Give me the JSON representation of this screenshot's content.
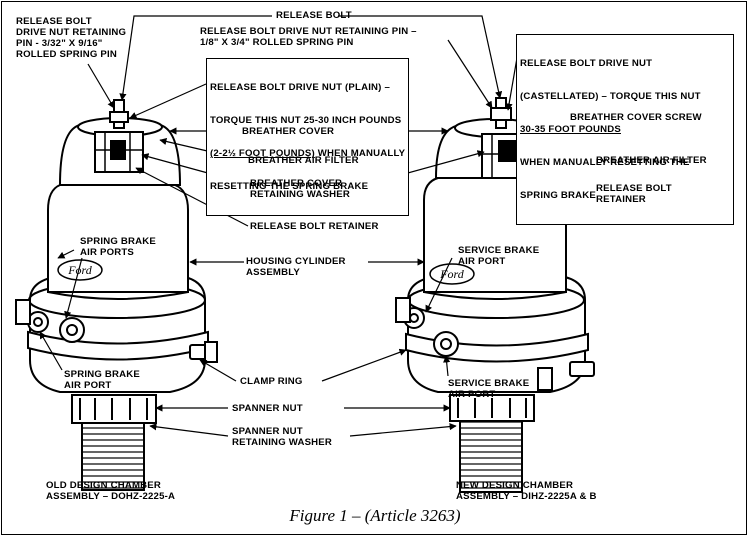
{
  "caption": "Figure 1 – (Article 3263)",
  "emblem": "Ford",
  "labels": {
    "release_bolt": "RELEASE BOLT",
    "old_pin": "RELEASE BOLT\nDRIVE NUT RETAINING\nPIN - 3/32\" x 9/16\"\nROLLED SPRING PIN",
    "new_pin": "RELEASE BOLT DRIVE NUT RETAINING PIN –\n1/8\" x 3/4\" ROLLED SPRING PIN",
    "plain_nut_1": "RELEASE BOLT DRIVE NUT (PLAIN) –",
    "plain_nut_2": "TORQUE THIS NUT 25-30 INCH POUNDS",
    "plain_nut_3": "(2-2½ FOOT POUNDS)",
    "plain_nut_4": " WHEN MANUALLY",
    "plain_nut_5": "RESETTING THE SPRING BRAKE",
    "cast_nut_1": "RELEASE BOLT DRIVE NUT",
    "cast_nut_2": "(CASTELLATED) – TORQUE THIS NUT",
    "cast_nut_3": "30-35 FOOT POUNDS",
    "cast_nut_4": "WHEN MANUALLY RESETTING THE",
    "cast_nut_5": "SPRING BRAKE",
    "breather_cover": "BREATHER COVER",
    "breather_cover_screw": "BREATHER COVER SCREW",
    "breather_air_filter": "BREATHER AIR FILTER",
    "breather_air_filter_right": "BREATHER AIR FILTER",
    "retaining_washer": "BREATHER COVER\nRETAINING WASHER",
    "bolt_retainer": "RELEASE BOLT RETAINER",
    "bolt_retainer_right": "RELEASE BOLT\nRETAINER",
    "spring_brake_ports": "SPRING BRAKE\nAIR PORTS",
    "service_port_upper": "SERVICE BRAKE\nAIR PORT",
    "housing_cylinder": "HOUSING CYLINDER\nASSEMBLY",
    "spring_brake_port": "SPRING BRAKE\nAIR PORT",
    "clamp_ring": "CLAMP RING",
    "service_port_lower": "SERVICE BRAKE\nAIR PORT",
    "spanner_nut": "SPANNER NUT",
    "spanner_washer": "SPANNER NUT\nRETAINING WASHER",
    "old_design": "OLD DESIGN CHAMBER\nASSEMBLY – DOHZ-2225-A",
    "new_design": "NEW DESIGN CHAMBER\nASSEMBLY – DIHZ-2225A & B"
  }
}
